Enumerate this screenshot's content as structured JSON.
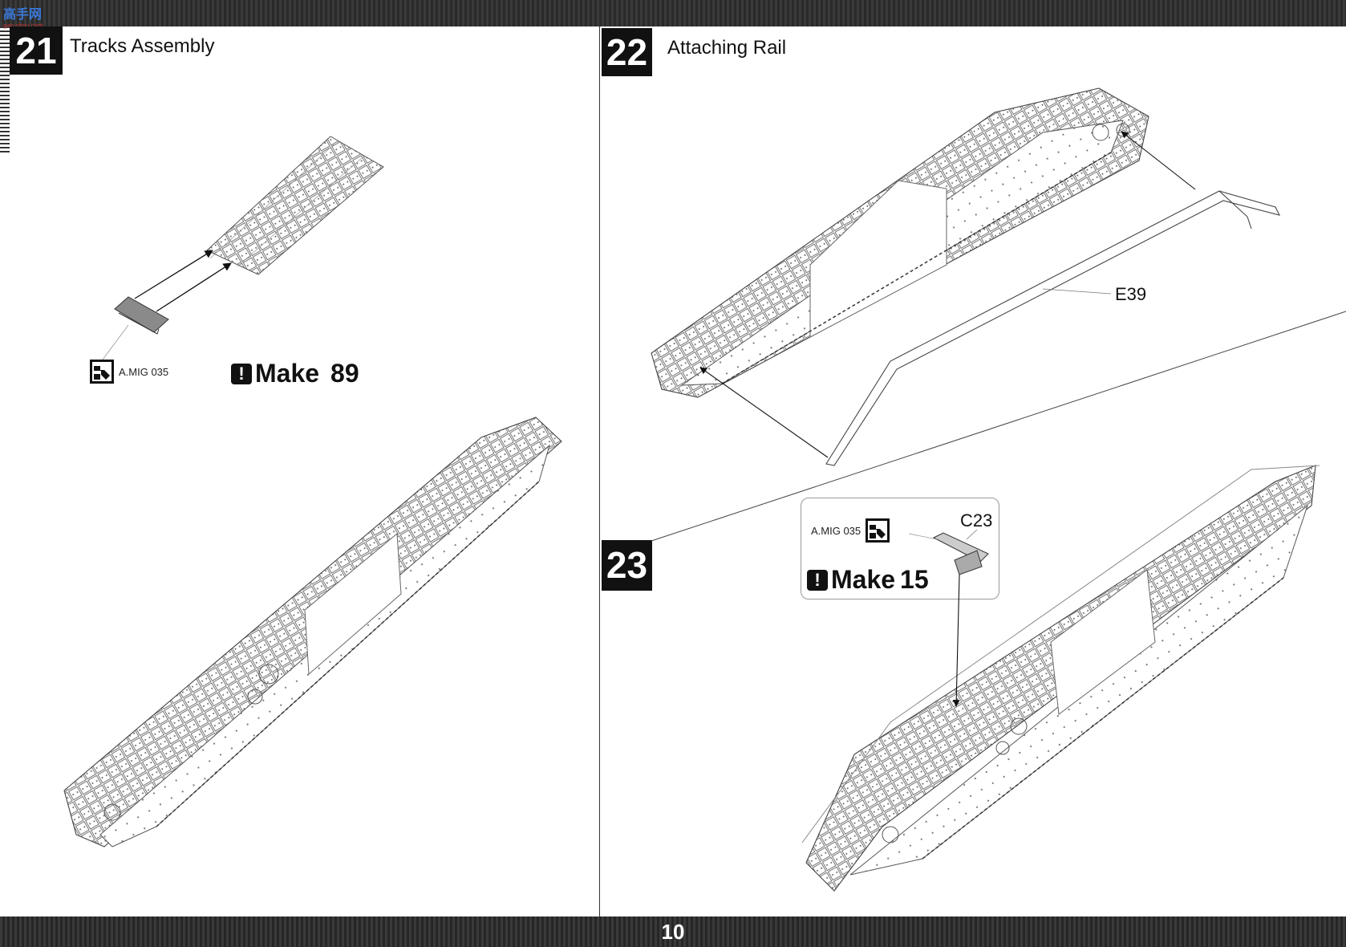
{
  "watermark": {
    "text": "高手网",
    "url": "gao-shou.com"
  },
  "page_number": "10",
  "steps": [
    {
      "number": "21",
      "title": "Tracks Assembly",
      "paint": "A.MIG 035",
      "make_label": "Make",
      "make_quantity": "89"
    },
    {
      "number": "22",
      "title": "Attaching Rail",
      "part": "E39"
    },
    {
      "number": "23",
      "paint": "A.MIG 035",
      "part": "C23",
      "make_label": "Make",
      "make_quantity": "15"
    }
  ],
  "icons": {
    "paint": "paint-brush-icon",
    "warning": "exclamation-icon"
  },
  "colors": {
    "ink": "#111111",
    "strip": "#2e2e2e",
    "paper": "#ffffff"
  }
}
